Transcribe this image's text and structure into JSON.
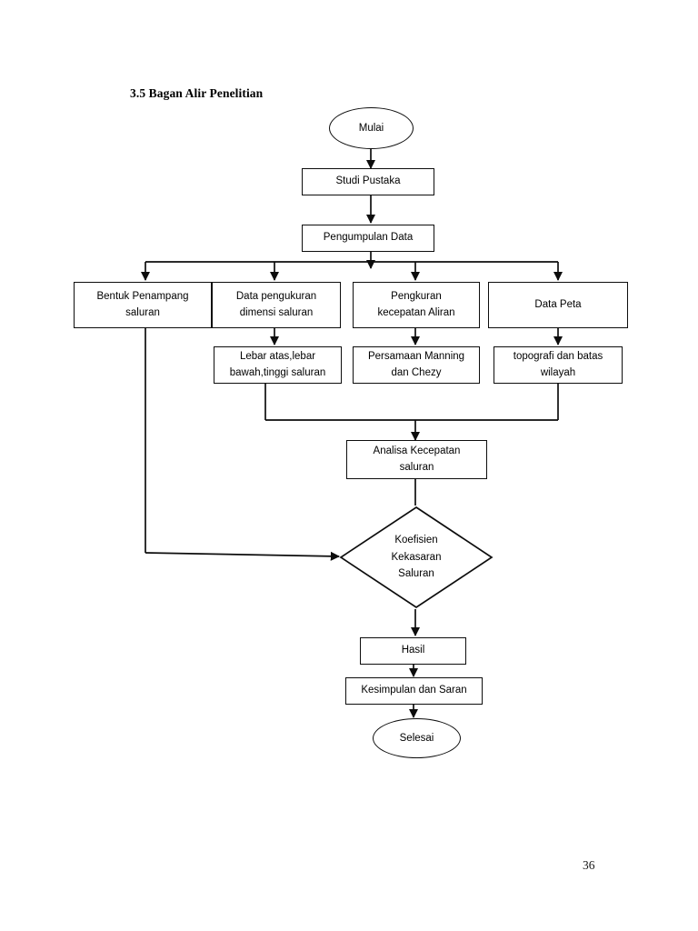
{
  "page": {
    "heading": "3.5 Bagan Alir Penelitian",
    "page_number": "36",
    "background_color": "#ffffff",
    "line_color": "#0d0d0d",
    "text_color": "#000000"
  },
  "flowchart": {
    "title": "Bagan Alir Penelitian",
    "type": "flowchart",
    "nodes": [
      {
        "id": "start",
        "shape": "ellipse",
        "label": "Mulai"
      },
      {
        "id": "studi",
        "shape": "process",
        "label": "Studi Pustaka"
      },
      {
        "id": "pengumpulan",
        "shape": "process",
        "label": "Pengumpulan Data"
      },
      {
        "id": "bentuk",
        "shape": "process",
        "label": "Bentuk Penampang saluran",
        "line1": "Bentuk Penampang",
        "line2": "saluran"
      },
      {
        "id": "dimensi",
        "shape": "process",
        "label": "Data pengukuran dimensi saluran",
        "line1": "Data pengukuran",
        "line2": "dimensi saluran"
      },
      {
        "id": "kecepatan",
        "shape": "process",
        "label": "Pengkuran kecepatan Aliran",
        "line1": "Pengkuran",
        "line2": "kecepatan Aliran"
      },
      {
        "id": "peta",
        "shape": "process",
        "label": "Data Peta"
      },
      {
        "id": "lebar",
        "shape": "process",
        "label": "Lebar atas,lebar bawah,tinggi saluran",
        "line1": "Lebar atas,lebar",
        "line2": "bawah,tinggi saluran"
      },
      {
        "id": "manning",
        "shape": "process",
        "label": "Persamaan Manning dan Chezy",
        "line1": "Persamaan Manning",
        "line2": "dan Chezy"
      },
      {
        "id": "topografi",
        "shape": "process",
        "label": "topografi dan batas wilayah",
        "line1": "topografi dan batas",
        "line2": "wilayah"
      },
      {
        "id": "analisa",
        "shape": "process",
        "label": "Analisa Kecepatan saluran",
        "line1": "Analisa Kecepatan",
        "line2": "saluran"
      },
      {
        "id": "koefisien",
        "shape": "decision",
        "label": "Koefisien Kekasaran Saluran",
        "line1": "Koefisien",
        "line2": "Kekasaran",
        "line3": "Saluran"
      },
      {
        "id": "hasil",
        "shape": "process",
        "label": "Hasil"
      },
      {
        "id": "kesimpulan",
        "shape": "process",
        "label": "Kesimpulan dan Saran"
      },
      {
        "id": "end",
        "shape": "ellipse",
        "label": "Selesai"
      }
    ],
    "edges": [
      {
        "from": "start",
        "to": "studi",
        "style": "arrow"
      },
      {
        "from": "studi",
        "to": "pengumpulan",
        "style": "arrow"
      },
      {
        "from": "pengumpulan",
        "to": "bentuk",
        "style": "arrow"
      },
      {
        "from": "pengumpulan",
        "to": "dimensi",
        "style": "arrow"
      },
      {
        "from": "pengumpulan",
        "to": "kecepatan",
        "style": "arrow"
      },
      {
        "from": "pengumpulan",
        "to": "peta",
        "style": "arrow"
      },
      {
        "from": "dimensi",
        "to": "lebar",
        "style": "arrow"
      },
      {
        "from": "kecepatan",
        "to": "manning",
        "style": "arrow"
      },
      {
        "from": "peta",
        "to": "topografi",
        "style": "arrow"
      },
      {
        "from": "lebar",
        "to": "analisa",
        "style": "arrow"
      },
      {
        "from": "manning",
        "to": "analisa",
        "style": "arrow"
      },
      {
        "from": "topografi",
        "to": "analisa",
        "style": "arrow"
      },
      {
        "from": "analisa",
        "to": "koefisien",
        "style": "arrow"
      },
      {
        "from": "bentuk",
        "to": "koefisien",
        "style": "arrow"
      },
      {
        "from": "koefisien",
        "to": "hasil",
        "style": "arrow"
      },
      {
        "from": "hasil",
        "to": "kesimpulan",
        "style": "arrow"
      },
      {
        "from": "kesimpulan",
        "to": "end",
        "style": "arrow"
      }
    ]
  }
}
